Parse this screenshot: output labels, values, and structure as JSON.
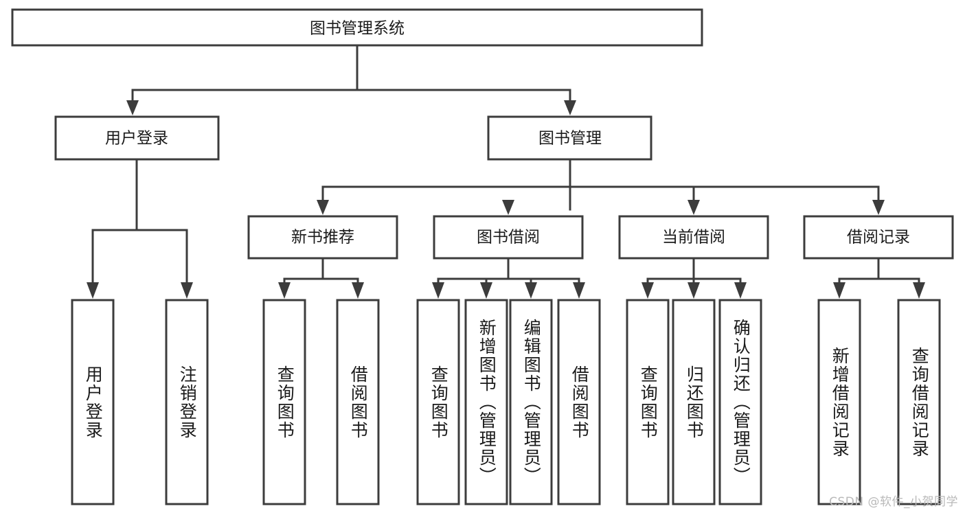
{
  "diagram": {
    "title": "图书管理系统",
    "type": "tree-hierarchy-diagram",
    "colors": {
      "stroke": "#3c3c3c",
      "box_fill": "#ffffff",
      "text": "#1a1a1a",
      "background": "#ffffff",
      "watermark": "#b9b9b9"
    },
    "root": {
      "label": "图书管理系统"
    },
    "level2": [
      {
        "label": "用户登录"
      },
      {
        "label": "图书管理"
      }
    ],
    "level3": [
      {
        "label": "新书推荐"
      },
      {
        "label": "图书借阅"
      },
      {
        "label": "当前借阅"
      },
      {
        "label": "借阅记录"
      }
    ],
    "leaves": {
      "user_login": [
        {
          "label": "用户登录"
        },
        {
          "label": "注销登录"
        }
      ],
      "new_book_recommend": [
        {
          "label": "查询图书"
        },
        {
          "label": "借阅图书"
        }
      ],
      "book_borrow": [
        {
          "label": "查询图书"
        },
        {
          "label": "新增图书（管理员）"
        },
        {
          "label": "编辑图书（管理员）"
        },
        {
          "label": "借阅图书"
        }
      ],
      "current_borrow": [
        {
          "label": "查询图书"
        },
        {
          "label": "归还图书"
        },
        {
          "label": "确认归还（管理员）"
        }
      ],
      "borrow_records": [
        {
          "label": "新增借阅记录"
        },
        {
          "label": "查询借阅记录"
        }
      ]
    }
  },
  "watermark": {
    "text": "CSDN @软件_小贺同学"
  }
}
